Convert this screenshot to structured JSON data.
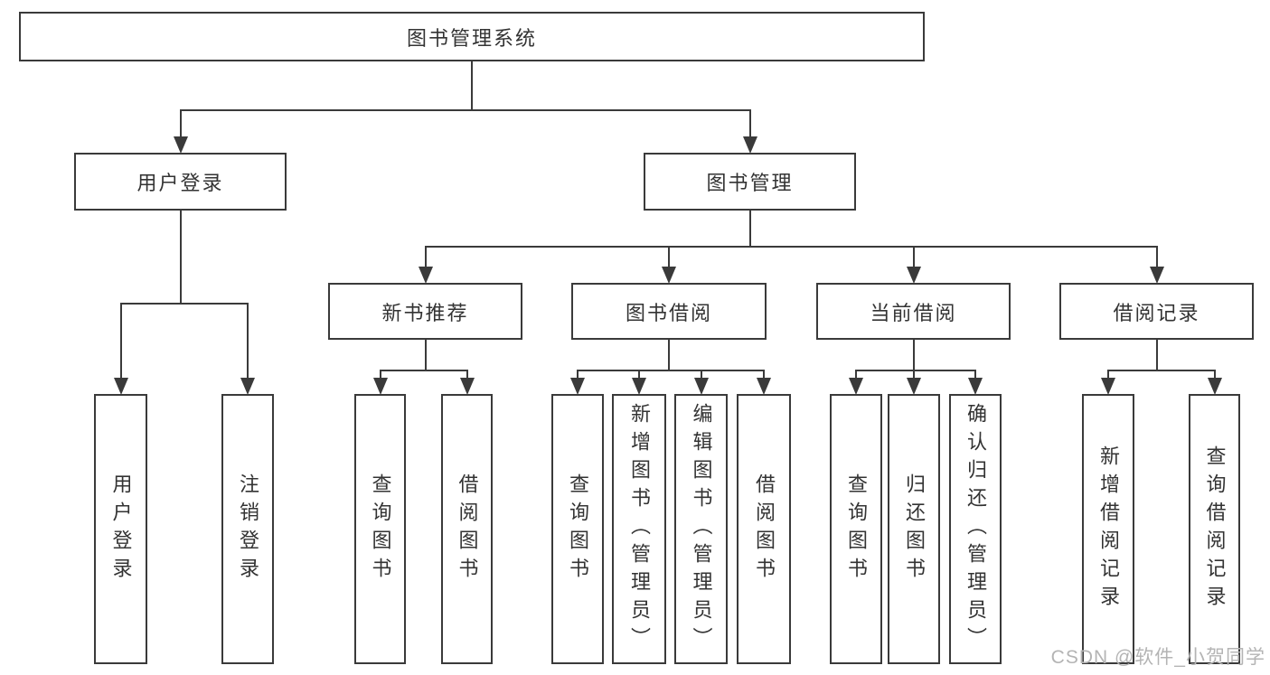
{
  "diagram": {
    "watermark": "CSDN @软件_小贺同学",
    "colors": {
      "line": "#3a3a3a",
      "text": "#333333",
      "watermark": "#b4b4b4"
    },
    "nodes": [
      {
        "id": "root",
        "label": "图书管理系统",
        "children": [
          "user-login",
          "book-management"
        ]
      },
      {
        "id": "user-login",
        "label": "用户登录",
        "children": [
          "leaf-user-login",
          "leaf-logout"
        ]
      },
      {
        "id": "book-management",
        "label": "图书管理",
        "children": [
          "new-book-rec",
          "book-borrowing",
          "current-borrowing",
          "borrowing-records"
        ]
      },
      {
        "id": "new-book-rec",
        "label": "新书推荐",
        "children": [
          "leaf-nb-query",
          "leaf-nb-borrow"
        ]
      },
      {
        "id": "book-borrowing",
        "label": "图书借阅",
        "children": [
          "leaf-bb-query",
          "leaf-bb-add",
          "leaf-bb-edit",
          "leaf-bb-borrow"
        ]
      },
      {
        "id": "current-borrowing",
        "label": "当前借阅",
        "children": [
          "leaf-cb-query",
          "leaf-cb-return",
          "leaf-cb-confirm"
        ]
      },
      {
        "id": "borrowing-records",
        "label": "借阅记录",
        "children": [
          "leaf-br-add",
          "leaf-br-query"
        ]
      },
      {
        "id": "leaf-user-login",
        "label": "用户登录",
        "children": []
      },
      {
        "id": "leaf-logout",
        "label": "注销登录",
        "children": []
      },
      {
        "id": "leaf-nb-query",
        "label": "查询图书",
        "children": []
      },
      {
        "id": "leaf-nb-borrow",
        "label": "借阅图书",
        "children": []
      },
      {
        "id": "leaf-bb-query",
        "label": "查询图书",
        "children": []
      },
      {
        "id": "leaf-bb-add",
        "label": "新增图书（管理员）",
        "children": []
      },
      {
        "id": "leaf-bb-edit",
        "label": "编辑图书（管理员）",
        "children": []
      },
      {
        "id": "leaf-bb-borrow",
        "label": "借阅图书",
        "children": []
      },
      {
        "id": "leaf-cb-query",
        "label": "查询图书",
        "children": []
      },
      {
        "id": "leaf-cb-return",
        "label": "归还图书",
        "children": []
      },
      {
        "id": "leaf-cb-confirm",
        "label": "确认归还（管理员）",
        "children": []
      },
      {
        "id": "leaf-br-add",
        "label": "新增借阅记录",
        "children": []
      },
      {
        "id": "leaf-br-query",
        "label": "查询借阅记录",
        "children": []
      }
    ]
  }
}
